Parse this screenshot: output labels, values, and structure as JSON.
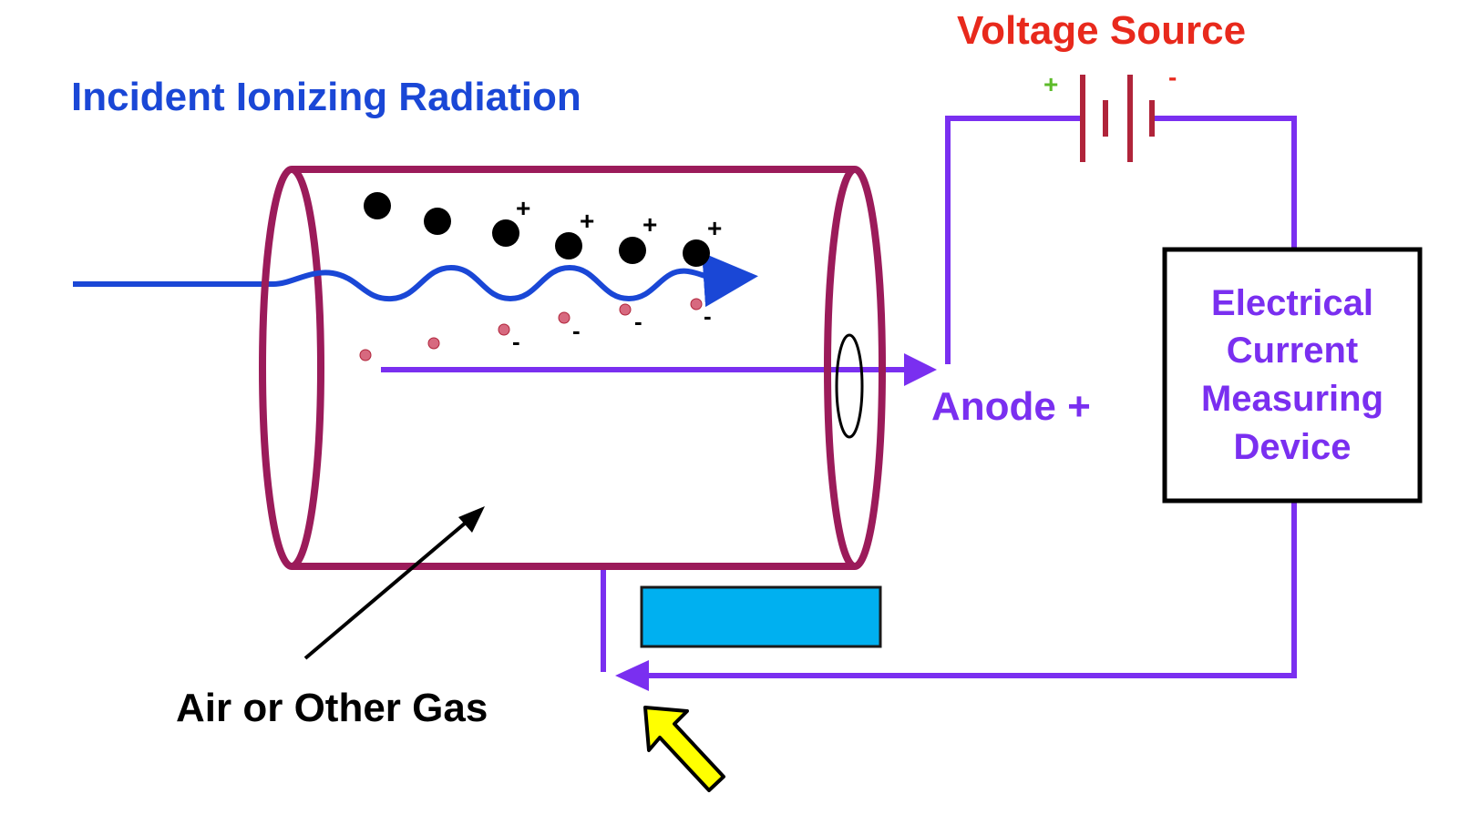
{
  "labels": {
    "radiation": "Incident Ionizing Radiation",
    "voltage_source": "Voltage Source",
    "battery_plus": "+",
    "battery_minus": "-",
    "anode": "Anode +",
    "device_line1": "Electrical",
    "device_line2": "Current",
    "device_line3": "Measuring",
    "device_line4": "Device",
    "gas": "Air or Other Gas",
    "blank_label": ""
  },
  "ion_sign": "+",
  "electron_sign": "-",
  "colors": {
    "tube": "#9b1b5a",
    "radiation": "#1a47d6",
    "circuit": "#7a2ff0",
    "voltage_text": "#e8291c",
    "battery": "#b0243a",
    "plus_sign": "#5dbb2a",
    "minus_sign": "#e8291c",
    "electron": "#d7697f",
    "ion": "#000000",
    "blank_box": "#00b0f0",
    "pointer": "#ffff00"
  },
  "icons": [
    "positive-ion-icon",
    "electron-icon",
    "battery-icon",
    "pointer-arrow-icon"
  ]
}
